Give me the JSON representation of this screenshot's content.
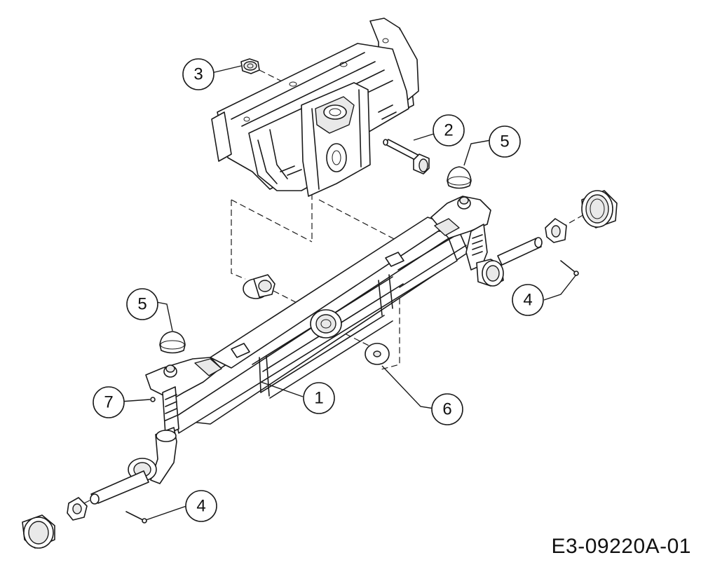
{
  "callouts": [
    {
      "id": "c1",
      "label": "1"
    },
    {
      "id": "c2",
      "label": "2"
    },
    {
      "id": "c3",
      "label": "3"
    },
    {
      "id": "c4a",
      "label": "4"
    },
    {
      "id": "c4b",
      "label": "4"
    },
    {
      "id": "c5a",
      "label": "5"
    },
    {
      "id": "c5b",
      "label": "5"
    },
    {
      "id": "c6",
      "label": "6"
    },
    {
      "id": "c7",
      "label": "7"
    }
  ],
  "diagram_code": "E3-09220A-01"
}
